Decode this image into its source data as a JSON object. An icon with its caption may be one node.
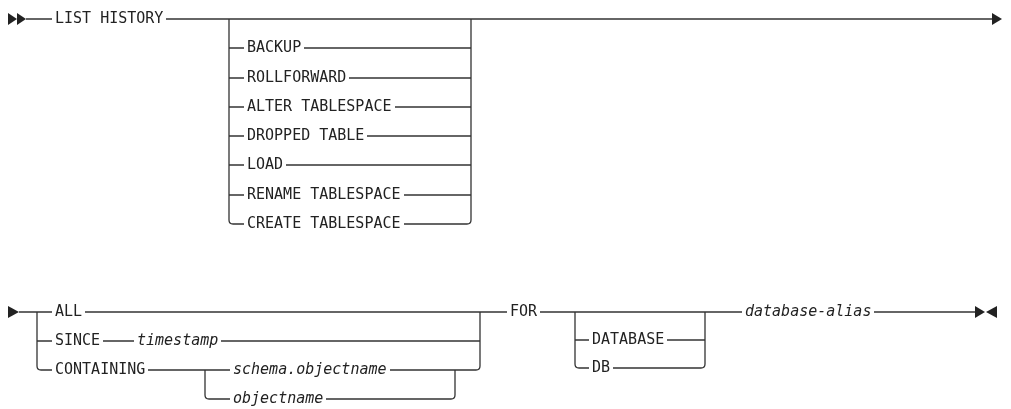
{
  "diagram": {
    "labels": [
      "LIST HISTORY",
      "BACKUP",
      "ROLLFORWARD",
      "ALTER TABLESPACE",
      "DROPPED TABLE",
      "LOAD",
      "RENAME TABLESPACE",
      "CREATE TABLESPACE",
      "ALL",
      "FOR",
      "database-alias",
      "SINCE",
      "timestamp",
      "DATABASE",
      "CONTAINING",
      "schema.objectname",
      "DB",
      "objectname"
    ]
  }
}
